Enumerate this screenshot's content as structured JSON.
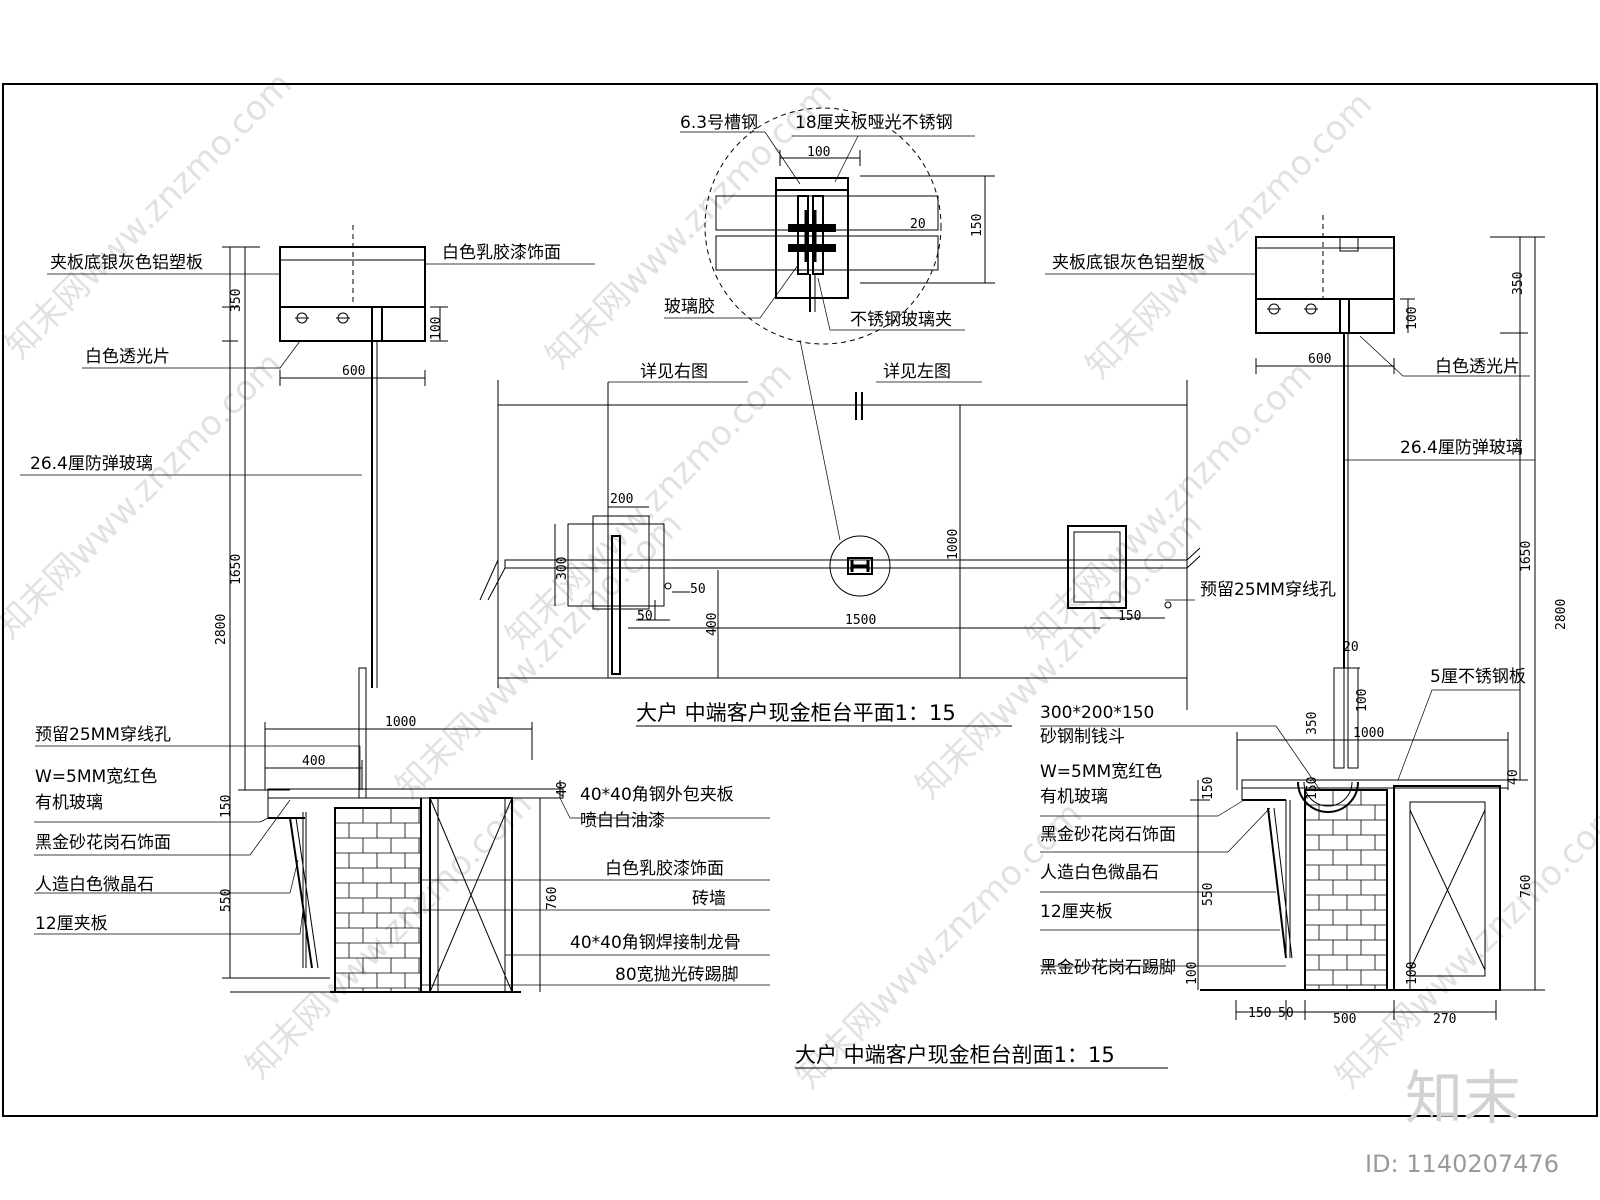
{
  "plan": {
    "title": "大户  中端客户现金柜台平面1：15",
    "label_see_right": "详见右图",
    "label_see_left": "详见左图",
    "label_hole": "预留25MM穿线孔",
    "dims": {
      "d200": "200",
      "d300": "300",
      "d50a": "50",
      "d50b": "50",
      "d400": "400",
      "d1500": "1500",
      "d1000": "1000",
      "d150": "150"
    }
  },
  "detail": {
    "label_channel": "6.3号槽钢",
    "label_ss": "18厘夹板哑光不锈钢",
    "label_glue": "玻璃胶",
    "label_clip": "不锈钢玻璃夹",
    "dims": {
      "d100": "100",
      "d150": "150",
      "d20": "20"
    }
  },
  "section": {
    "title": "大户  中端客户现金柜台剖面1：15",
    "left": {
      "label_alu": "夹板底银灰色铝塑板",
      "label_paint_top": "白色乳胶漆饰面",
      "label_light": "白色透光片",
      "label_glass": "26.4厘防弹玻璃",
      "label_hole": "预留25MM穿线孔",
      "label_acrylic_1": "W=5MM宽红色",
      "label_acrylic_2": "有机玻璃",
      "label_granite": "黑金砂花岗石饰面",
      "label_marble": "人造白色微晶石",
      "label_ply": "12厘夹板",
      "label_angle_1": "40*40角钢外包夹板",
      "label_angle_2": "喷白白油漆",
      "label_paint_low": "白色乳胶漆饰面",
      "label_wall": "砖墙",
      "label_frame": "40*40角钢焊接制龙骨",
      "label_skirt": "80宽抛光砖踢脚",
      "dims": {
        "d350": "350",
        "d100": "100",
        "d600": "600",
        "d1650": "1650",
        "d2800": "2800",
        "d1000": "1000",
        "d400": "400",
        "d150": "150",
        "d550": "550",
        "d760": "760",
        "d40": "40"
      }
    },
    "right": {
      "label_alu": "夹板底银灰色铝塑板",
      "label_light": "白色透光片",
      "label_glass": "26.4厘防弹玻璃",
      "label_ss_plate": "5厘不锈钢板",
      "label_tray_1": "300*200*150",
      "label_tray_2": "砂钢制钱斗",
      "label_acrylic_1": "W=5MM宽红色",
      "label_acrylic_2": "有机玻璃",
      "label_granite": "黑金砂花岗石饰面",
      "label_marble": "人造白色微晶石",
      "label_ply": "12厘夹板",
      "label_skirt": "黑金砂花岗石踢脚",
      "dims": {
        "d350": "350",
        "d100": "100",
        "d600": "600",
        "d1650": "1650",
        "d2800": "2800",
        "d20": "20",
        "d1000": "1000",
        "d40": "40",
        "d150": "150",
        "d550": "550",
        "d760": "760",
        "d150b": "150",
        "d50": "50",
        "d500": "500",
        "d270": "270",
        "d100b": "100"
      }
    }
  },
  "watermark": {
    "brand": "知末",
    "site": "知末网www.znzmo.com",
    "id": "ID: 1140207476"
  }
}
